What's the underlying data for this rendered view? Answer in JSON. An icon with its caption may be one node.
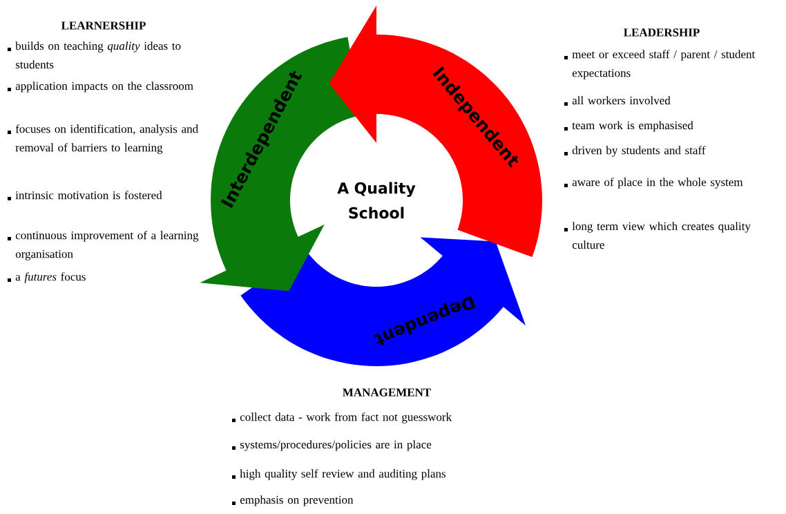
{
  "diagram": {
    "nodes": [
      {
        "text": [
          "Independent"
        ]
      },
      {
        "text": [
          "Interdependent"
        ]
      },
      {
        "text": [
          "Dependent"
        ]
      }
    ],
    "edges": [],
    "labels": [
      "LEARNERSHIP",
      "builds on teaching *quality* ideas to students",
      "application impacts on the classroom",
      "focuses on identification, analysis and removal of barriers to learning",
      "intrinsic motivation is fostered",
      "continuous improvement of a learning organisation",
      "a *futures* focus",
      "A Quality School",
      "LEADERSHIP",
      "meet or exceed staff / parent / student expectations",
      "all workers involved",
      "team work is emphasised",
      "driven by students and staff",
      "aware of place in the whole system",
      "long term view which creates quality culture",
      "MANAGEMENT",
      "collect data - work from fact not guesswork",
      "systems/procedures/policies are in place",
      "high quality self review  and auditing plans",
      "emphasis on prevention"
    ]
  }
}
